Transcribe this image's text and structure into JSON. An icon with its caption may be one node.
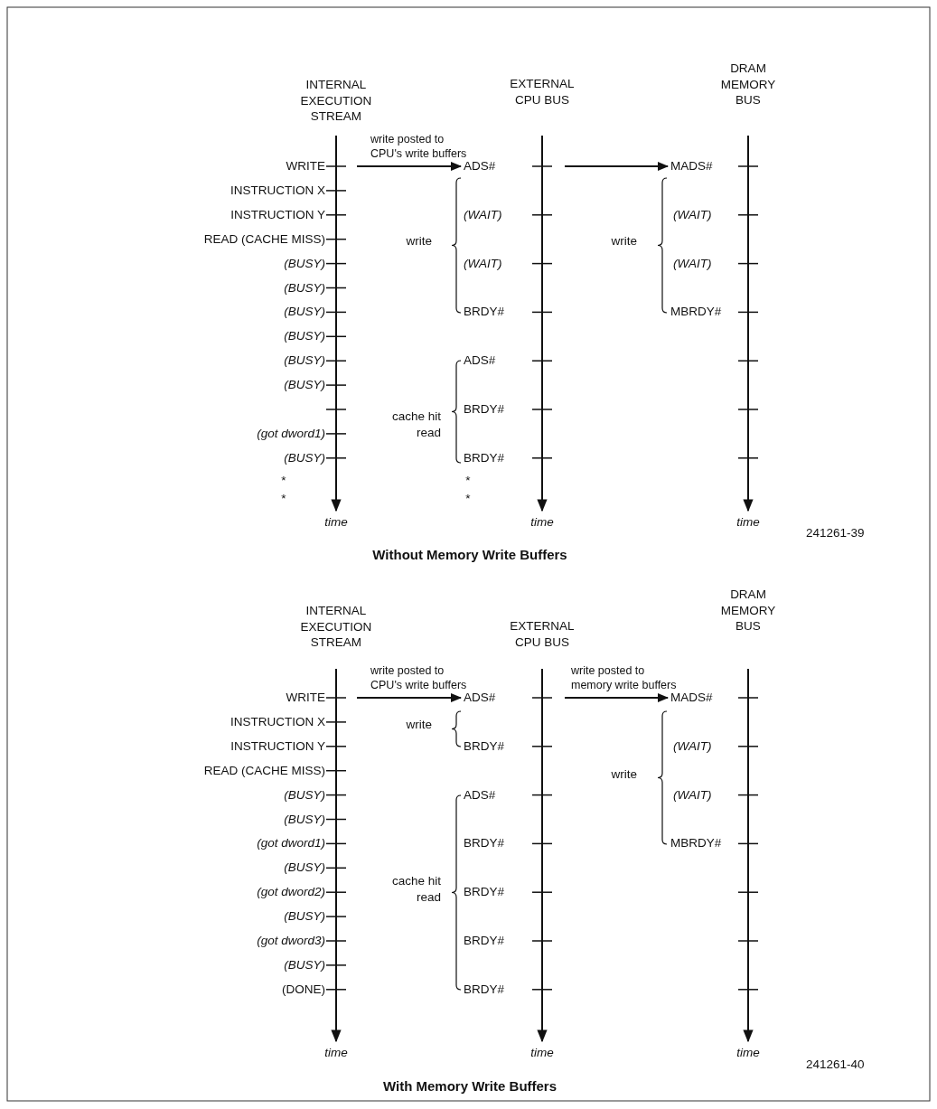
{
  "diagram": {
    "nodes": [
      {
        "text": [
          "ADS#"
        ]
      },
      {
        "text": [
          "MADS#"
        ]
      },
      {
        "text": [
          "ADS#"
        ]
      },
      {
        "text": [
          "MADS#"
        ]
      }
    ],
    "edges": [
      {
        "from": null,
        "to": 0,
        "arrow": "to",
        "label": "write posted to CPU's write buffers"
      },
      {
        "from": null,
        "to": 1,
        "arrow": "to"
      },
      {
        "from": null,
        "to": 2,
        "arrow": "to",
        "label": "write posted to CPU's write buffers"
      },
      {
        "from": null,
        "to": 3,
        "arrow": "to",
        "label": "write posted to memory write buffers"
      }
    ],
    "labels": [
      "INTERNAL EXECUTION STREAM",
      "EXTERNAL CPU BUS",
      "DRAM MEMORY BUS",
      "WRITE",
      "INSTRUCTION X",
      "INSTRUCTION Y",
      "READ (CACHE MISS)",
      "(BUSY)",
      "(BUSY)",
      "(BUSY)",
      "(BUSY)",
      "(BUSY)",
      "(BUSY)",
      "(got dword1)",
      "(BUSY)",
      "*",
      "*",
      "(WAIT)",
      "(WAIT)",
      "BRDY#",
      "ADS#",
      "BRDY#",
      "BRDY#",
      "*",
      "*",
      "write",
      "cache hit read",
      "(WAIT)",
      "(WAIT)",
      "MBRDY#",
      "write",
      "time",
      "time",
      "time",
      "241261-39",
      "Without Memory Write Buffers",
      "INTERNAL EXECUTION STREAM",
      "EXTERNAL CPU BUS",
      "DRAM MEMORY BUS",
      "WRITE",
      "INSTRUCTION X",
      "INSTRUCTION Y",
      "READ (CACHE MISS)",
      "(BUSY)",
      "(BUSY)",
      "(got dword1)",
      "(BUSY)",
      "(got dword2)",
      "(BUSY)",
      "(got dword3)",
      "(BUSY)",
      "(DONE)",
      "BRDY#",
      "ADS#",
      "BRDY#",
      "BRDY#",
      "BRDY#",
      "BRDY#",
      "write",
      "cache hit read",
      "(WAIT)",
      "(WAIT)",
      "MBRDY#",
      "write",
      "time",
      "time",
      "time",
      "241261-40",
      "With Memory Write Buffers"
    ]
  }
}
